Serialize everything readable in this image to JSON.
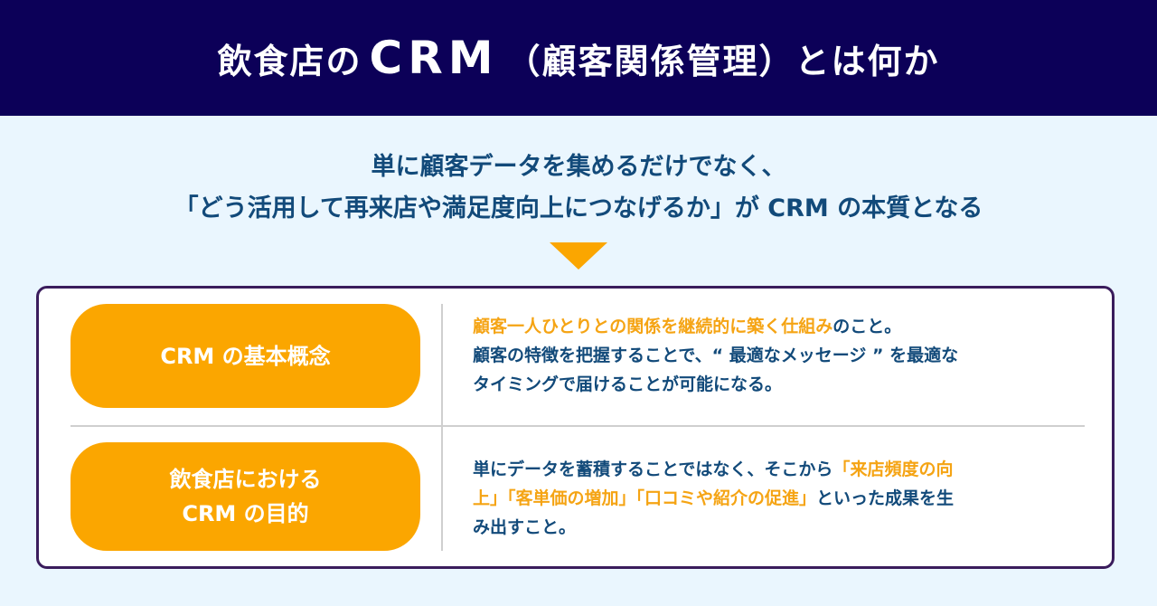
{
  "header": {
    "title_pre": "飲食店の",
    "title_latin": "CRM",
    "title_post": "（顧客関係管理）とは何か"
  },
  "subtitle": {
    "line1": "単に顧客データを集めるだけでなく、",
    "line2": "「どう活用して再来店や満足度向上につなげるか」が CRM の本質となる"
  },
  "rows": [
    {
      "label_line1": "CRM の基本概念",
      "label_line2": "",
      "description": {
        "highlight": "顧客一人ひとりとの関係を継続的に築く仕組み",
        "after_highlight": "のこと。",
        "line2": "顧客の特徴を把握することで、“ 最適なメッセージ ” を最適な",
        "line3": "タイミングで届けることが可能になる。"
      }
    },
    {
      "label_line1": "飲食店における",
      "label_line2": "CRM の目的",
      "description": {
        "text1": "単にデータを蓄積することではなく、そこから",
        "highlight1": "「来店頻度の向",
        "highlight1b": "上」「客単価の増加」「口コミや紹介の促進」",
        "text2": "といった成果を生",
        "text3": "み出すこと。"
      }
    }
  ],
  "colors": {
    "header_bg": "#0c0058",
    "page_bg": "#eaf6fe",
    "accent_orange": "#fba600",
    "text_navy": "#124a7a",
    "panel_border": "#3a1c5c",
    "highlight_text": "#f5a414"
  }
}
